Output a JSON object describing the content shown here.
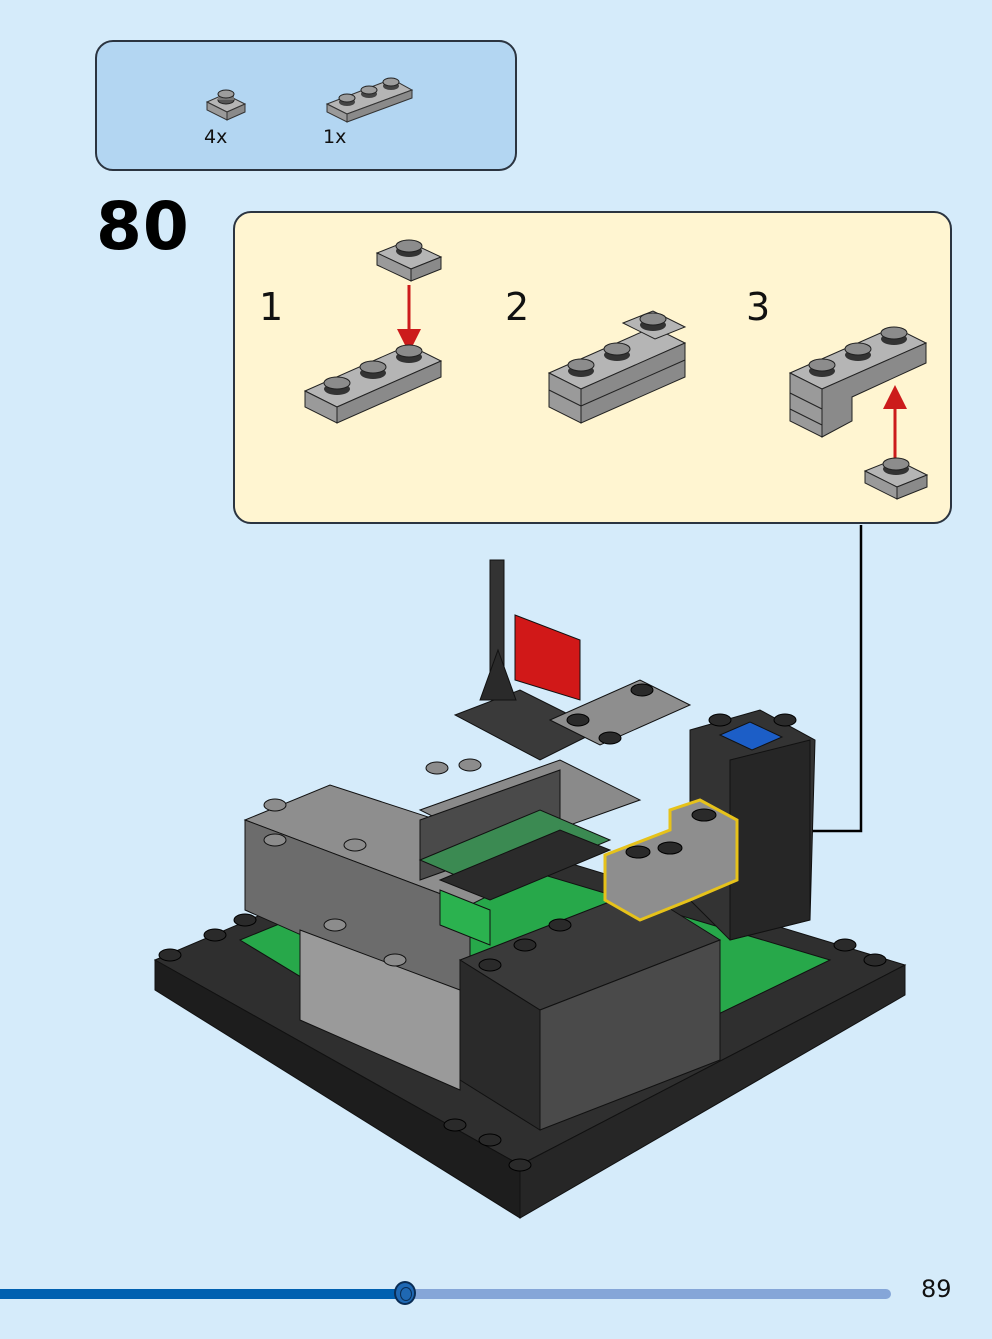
{
  "parts_list": {
    "items": [
      {
        "part": "plate-1x1-light-gray",
        "quantity": "4x"
      },
      {
        "part": "plate-1x3-light-gray",
        "quantity": "1x"
      }
    ]
  },
  "step": {
    "number": "80"
  },
  "sub_steps": [
    {
      "number": "1"
    },
    {
      "number": "2"
    },
    {
      "number": "3"
    }
  ],
  "navigation": {
    "progress_percent": 45.5,
    "page_number": "89"
  },
  "colors": {
    "background": "#d5ebfa",
    "parts_box": "#b3d6f2",
    "substep_box": "#fff5d1",
    "highlight": "#e6c21a",
    "arrow_red": "#cc1b1b",
    "progress_fill": "#0060b0",
    "progress_track": "#85a6d8"
  }
}
